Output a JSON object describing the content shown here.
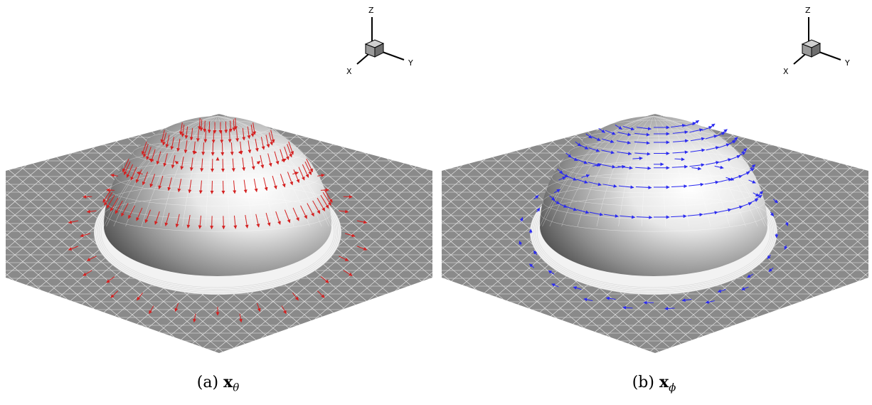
{
  "panels": [
    {
      "id": "a",
      "caption_prefix": "(a)",
      "caption_symbol": "x",
      "caption_subscript": "θ",
      "arrow_color": "#d42020",
      "axes_labels": {
        "z": "Z",
        "x": "X",
        "y": "Y"
      }
    },
    {
      "id": "b",
      "caption_prefix": "(b)",
      "caption_symbol": "x",
      "caption_subscript": "ϕ",
      "arrow_color": "#2a2af0",
      "axes_labels": {
        "z": "Z",
        "x": "X",
        "y": "Y"
      }
    }
  ],
  "colors": {
    "mesh_fill": "#8a8a8a",
    "mesh_lines": "#ffffff"
  }
}
